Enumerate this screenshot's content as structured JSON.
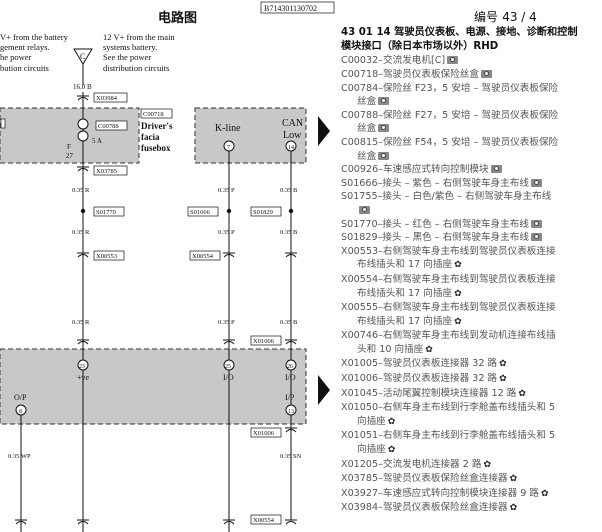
{
  "header": {
    "center_title": "电路图",
    "doc_id": "B714301130702",
    "page_label": "编号",
    "page_value": "43 / 4"
  },
  "diagram": {
    "left_note": [
      "V+ from the battery",
      "gement relays.",
      "he power",
      "bution circuits"
    ],
    "center_note": [
      "12 V+ from the main",
      "systems battery.",
      "See the power",
      "distribution circuits"
    ],
    "fuse_connector_top": "X03984",
    "fuse_voltage": "16.0 B",
    "fusebox_ref": "C00718",
    "fusebox_name_lines": [
      "Driver's",
      "facia",
      "fusebox"
    ],
    "fuse_id": "C00788",
    "fuse_rating": "5 A",
    "fuse_label_f": "F",
    "fuse_label_num": "27",
    "fuse_connector_bottom": "X03785",
    "kline_label": "K-line",
    "can_label_1": "CAN",
    "can_label_2": "Low",
    "pin_kline": "7",
    "pin_can": "14",
    "wires": {
      "r1": "0.35 R",
      "r2": "0.35 R",
      "r3": "0.35 R",
      "p1": "0.35 P",
      "p2": "0.35 P",
      "p3": "0.35 P",
      "b1": "0.35 B",
      "b2": "0.35 B",
      "b3": "0.35 B",
      "wp": "0.35 WP",
      "sn": "0.35 SN"
    },
    "splices": {
      "s1770": "S01770",
      "s1666": "S01666",
      "s1829": "S01829"
    },
    "connectors": {
      "x553": "X00553",
      "x554a": "X00554",
      "x1006a": "X01006",
      "x1006b": "X01006",
      "x554b": "X00554"
    },
    "pins_bottom": {
      "p1": "23",
      "p2": "25",
      "p3": "26"
    },
    "pin_labels": {
      "ve": "+ve",
      "io1": "I/O",
      "io2": "I/O"
    },
    "op_label": "O/P",
    "op_pin": "8",
    "ip_label": "I/P",
    "ip_pin": "13"
  },
  "right_panel": {
    "title_line1": "43 01 14 驾驶员仪表板、电源、接地、诊断和控制",
    "title_line2": "模块接口（除日本市场以外）RHD",
    "items": [
      {
        "text": "C00032–交流发电机[C]",
        "icon": "camera"
      },
      {
        "text": "C00718–驾驶员仪表板保险丝盒",
        "icon": "camera"
      },
      {
        "text": "C00784–保险丝 F23，5 安培 – 驾驶员仪表板保险",
        "icon": ""
      },
      {
        "text": "丝盒",
        "icon": "camera",
        "indent": true
      },
      {
        "text": "C00788–保险丝 F27，5 安培 – 驾驶员仪表板保险",
        "icon": ""
      },
      {
        "text": "丝盒",
        "icon": "camera",
        "indent": true
      },
      {
        "text": "C00815–保险丝 F54，5 安培 – 驾驶员仪表板保险",
        "icon": ""
      },
      {
        "text": "丝盒",
        "icon": "camera",
        "indent": true
      },
      {
        "text": "C00926–车速感应式转向控制模块",
        "icon": "camera"
      },
      {
        "text": "S01666–接头 – 紫色 – 右侧驾驶车身主布线",
        "icon": "camera"
      },
      {
        "text": "S01755–接头 – 白色/紫色 – 右侧驾驶车身主布线",
        "icon": ""
      },
      {
        "text": "",
        "icon": "camera",
        "indent": true
      },
      {
        "text": "S01770–接头 – 红色 – 右侧驾驶车身主布线",
        "icon": "camera"
      },
      {
        "text": "S01829–接头 – 黑色 – 右侧驾驶车身主布线",
        "icon": "camera"
      },
      {
        "text": "X00553–右侧驾驶车身主布线到驾驶员仪表板连接",
        "icon": ""
      },
      {
        "text": "布线插头和 17 向插座",
        "icon": "plug",
        "indent": true
      },
      {
        "text": "X00554–右侧驾驶车身主布线到驾驶员仪表板连接",
        "icon": ""
      },
      {
        "text": "布线插头和 17 向插座",
        "icon": "plug",
        "indent": true
      },
      {
        "text": "X00555–右侧驾驶车身主布线到驾驶员仪表板连接",
        "icon": ""
      },
      {
        "text": "布线插头和 17 向插座",
        "icon": "plug",
        "indent": true
      },
      {
        "text": "X00746–右侧驾驶车身主布线到发动机连接布线插",
        "icon": ""
      },
      {
        "text": "头和 10 向插座",
        "icon": "plug",
        "indent": true
      },
      {
        "text": "X01005–驾驶员仪表板连接器 32 路",
        "icon": "plug"
      },
      {
        "text": "X01006–驾驶员仪表板连接器 32 路",
        "icon": "plug"
      },
      {
        "text": "X01045–活动尾翼控制模块连接器 12 路",
        "icon": "plug"
      },
      {
        "text": "X01050–右侧车身主布线到行李舱盖布线插头和 5",
        "icon": ""
      },
      {
        "text": "向插座",
        "icon": "plug",
        "indent": true
      },
      {
        "text": "X01051–右侧车身主布线到行李舱盖布线插头和 5",
        "icon": ""
      },
      {
        "text": "向插座",
        "icon": "plug",
        "indent": true
      },
      {
        "text": "X01205–交流发电机连接器 2 路",
        "icon": "plug"
      },
      {
        "text": "X03785–驾驶员仪表板保险丝盒连接器",
        "icon": "plug"
      },
      {
        "text": "X03927–车速感应式转向控制模块连接器 9 路",
        "icon": "plug"
      },
      {
        "text": "X03984–驾驶员仪表板保险丝盒连接器",
        "icon": "plug"
      }
    ]
  }
}
